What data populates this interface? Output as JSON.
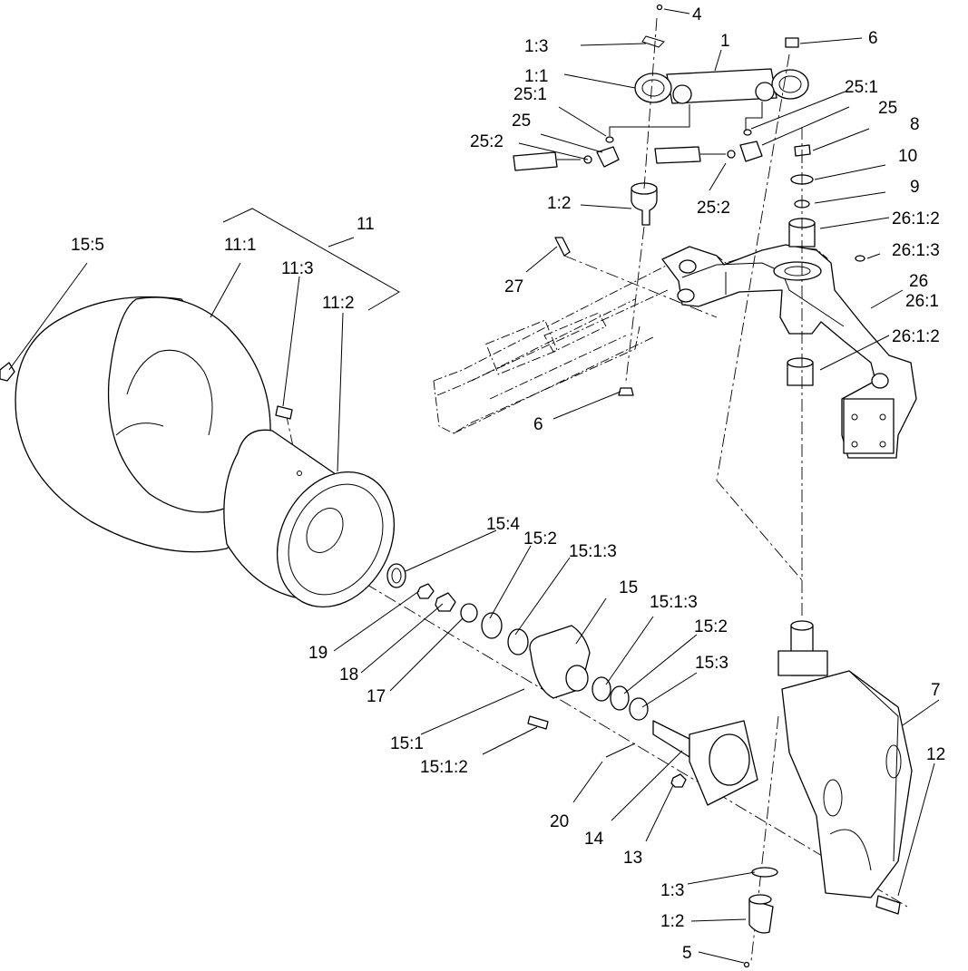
{
  "labels": {
    "l_4": "4",
    "l_1_3_top": "1:3",
    "l_1": "1",
    "l_6_top": "6",
    "l_1_1": "1:1",
    "l_25_1_left": "25:1",
    "l_25_1_right": "25:1",
    "l_25_left": "25",
    "l_25_right": "25",
    "l_25_2_left": "25:2",
    "l_25_2_right": "25:2",
    "l_8": "8",
    "l_10": "10",
    "l_9": "9",
    "l_1_2_top": "1:2",
    "l_26_1_2_top": "26:1:2",
    "l_26_1_3": "26:1:3",
    "l_27": "27",
    "l_26": "26",
    "l_26_1": "26:1",
    "l_26_1_2_lower": "26:1:2",
    "l_11": "11",
    "l_15_5": "15:5",
    "l_11_1": "11:1",
    "l_11_3": "11:3",
    "l_11_2": "11:2",
    "l_6_mid": "6",
    "l_15_4": "15:4",
    "l_15_2_left": "15:2",
    "l_15_1_3_left": "15:1:3",
    "l_15": "15",
    "l_15_1_3_right": "15:1:3",
    "l_15_2_right": "15:2",
    "l_15_3": "15:3",
    "l_19": "19",
    "l_18": "18",
    "l_17": "17",
    "l_7": "7",
    "l_15_1": "15:1",
    "l_12": "12",
    "l_15_1_2": "15:1:2",
    "l_20": "20",
    "l_14": "14",
    "l_13": "13",
    "l_1_3_bottom": "1:3",
    "l_1_2_bottom": "1:2",
    "l_5": "5"
  }
}
